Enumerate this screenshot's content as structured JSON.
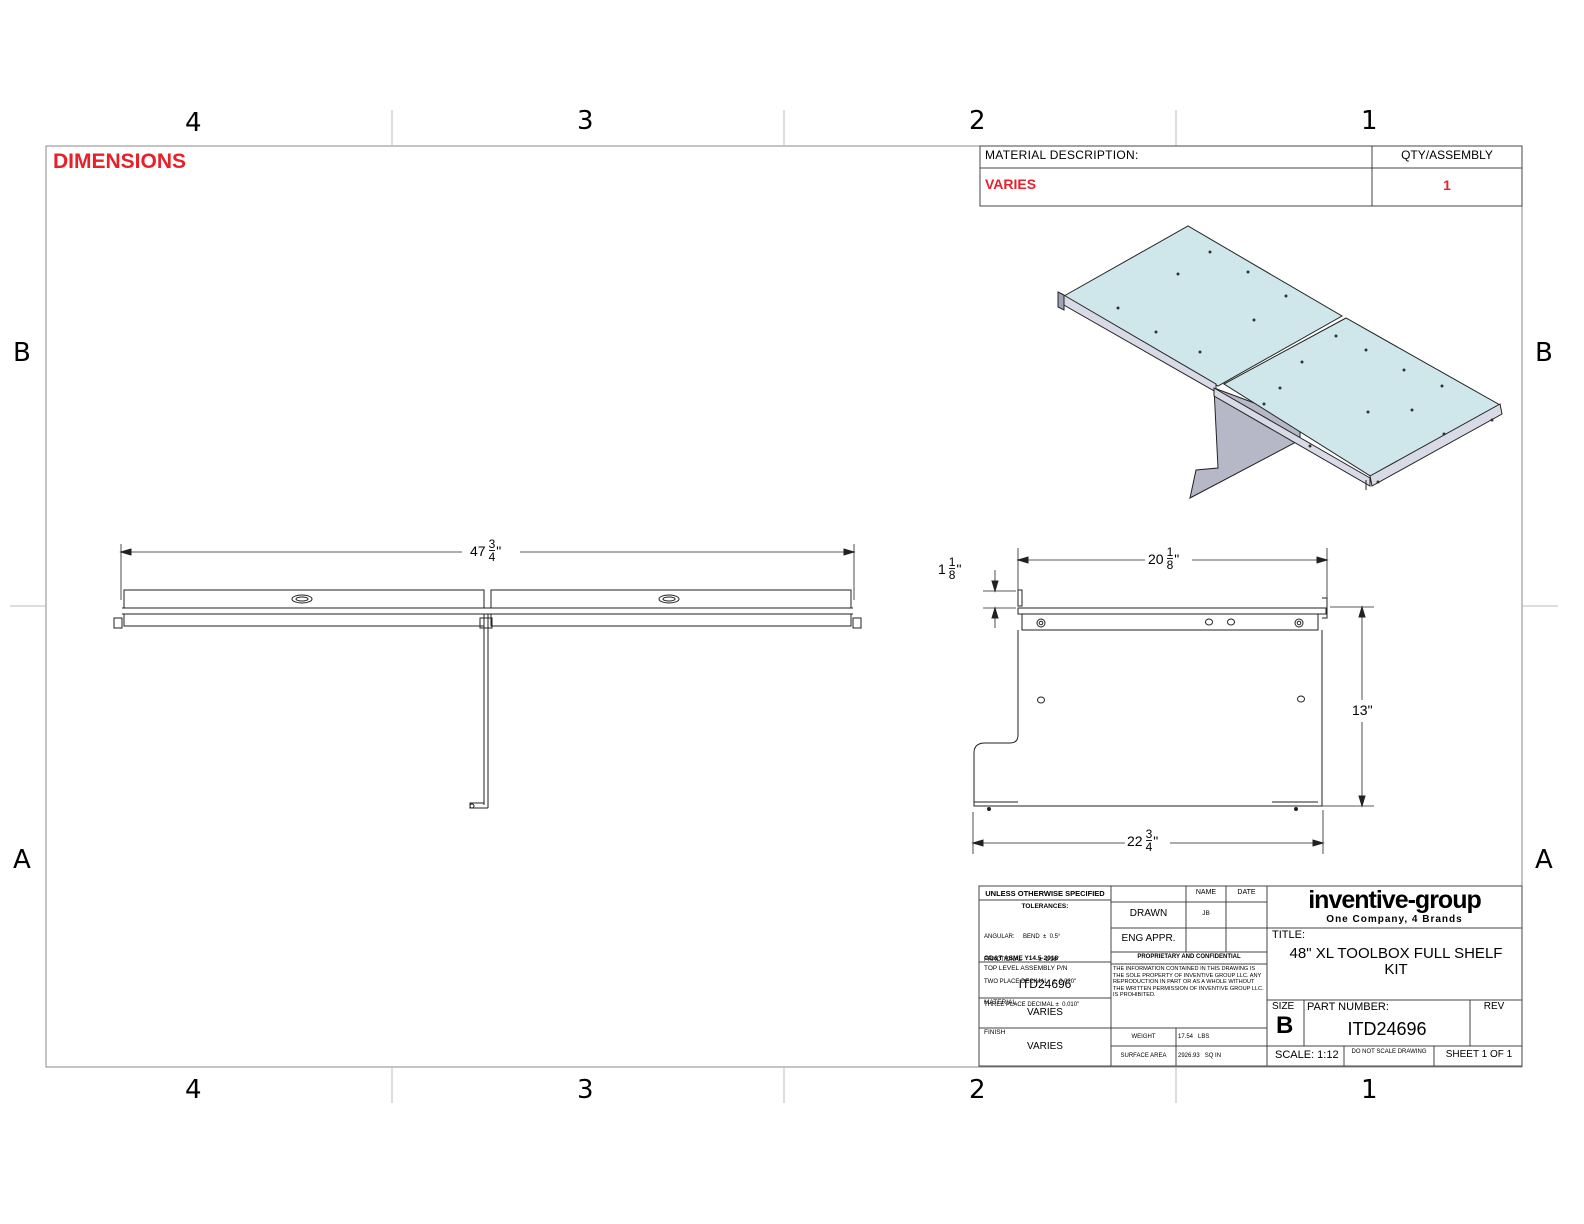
{
  "zones": {
    "columns": [
      "4",
      "3",
      "2",
      "1"
    ],
    "rows": [
      "B",
      "A"
    ]
  },
  "header": {
    "title": "DIMENSIONS"
  },
  "material_table": {
    "desc_header": "MATERIAL DESCRIPTION:",
    "qty_header": "QTY/ASSEMBLY",
    "desc_value": "VARIES",
    "qty_value": "1"
  },
  "dimensions": {
    "overall_width": {
      "whole": "47",
      "num": "3",
      "den": "4",
      "unit": "\""
    },
    "shelf_depth": {
      "whole": "20",
      "num": "1",
      "den": "8",
      "unit": "\""
    },
    "flange": {
      "whole": "1",
      "num": "1",
      "den": "8",
      "unit": "\""
    },
    "height": {
      "text": "13\""
    },
    "bracket_depth": {
      "whole": "22",
      "num": "3",
      "den": "4",
      "unit": "\""
    }
  },
  "title_block": {
    "unless_specified": "UNLESS OTHERWISE SPECIFIED",
    "tolerances": "TOLERANCES:",
    "tol_lines": [
      "ANGULAR:     BEND  ±  0.5°",
      "FRACTIONAL          ±  1/16\"",
      "TWO PLACE DECIMAL   ±  0.020\"",
      "THREE PLACE DECIMAL ±  0.010\""
    ],
    "standard": "GD&T ASME Y14.5-2018",
    "top_assembly_label": "TOP LEVEL ASSEMBLY P/N",
    "top_assembly_value": "ITD24696",
    "material_label": "MATERIAL",
    "material_value": "VARIES",
    "finish_label": "FINISH",
    "finish_value": "VARIES",
    "name_header": "NAME",
    "date_header": "DATE",
    "drawn_label": "DRAWN",
    "drawn_name": "JB",
    "eng_label": "ENG APPR.",
    "proprietary_title": "PROPRIETARY AND CONFIDENTIAL",
    "proprietary_text": "THE INFORMATION CONTAINED IN THIS DRAWING IS THE SOLE PROPERTY OF INVENTIVE GROUP LLC. ANY REPRODUCTION IN PART OR AS A WHOLE WITHOUT THE WRITTEN PERMISSION OF INVENTIVE GROUP LLC. IS PROHIBITED.",
    "weight_label": "WEIGHT",
    "weight_value": "17.54   LBS",
    "surface_label": "SURFACE AREA",
    "surface_value": "2926.93   SQ IN",
    "company": "inventive-group",
    "tagline": "One Company, 4 Brands",
    "title_label": "TITLE:",
    "title_value": "48\" XL TOOLBOX FULL SHELF KIT",
    "size_label": "SIZE",
    "size_value": "B",
    "part_number_label": "PART NUMBER:",
    "part_number": "ITD24696",
    "rev_label": "REV",
    "scale": "SCALE: 1:12",
    "do_not_scale": "DO NOT SCALE DRAWING",
    "sheet": "SHEET 1 OF 1"
  }
}
